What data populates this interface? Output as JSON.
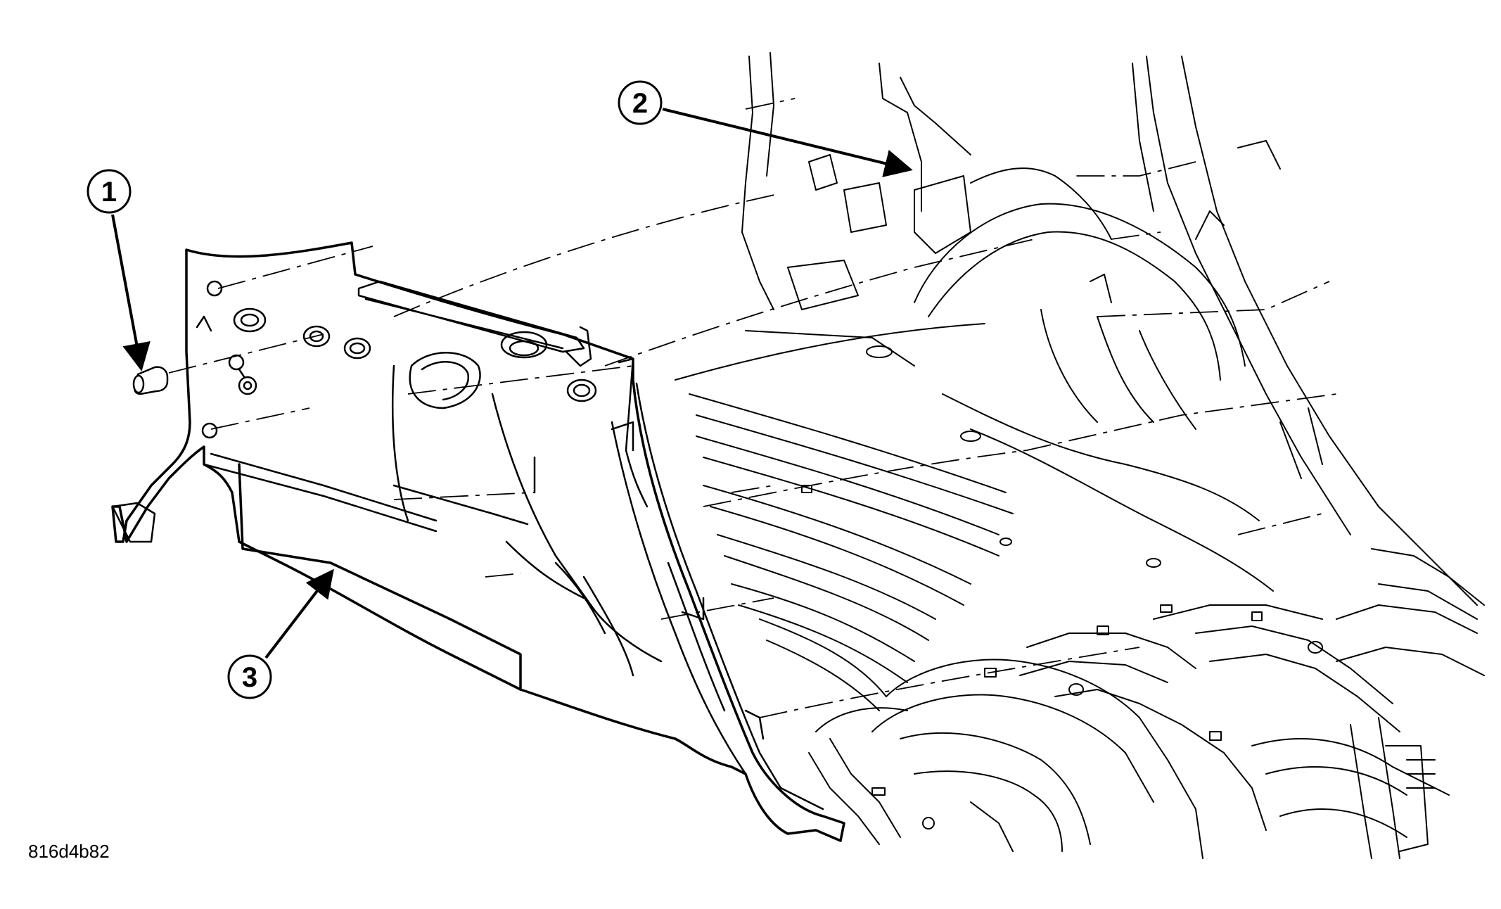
{
  "callouts": [
    {
      "label": "1"
    },
    {
      "label": "2"
    },
    {
      "label": "3"
    }
  ],
  "figure_code": "816d4b82",
  "colors": {
    "line": "#000000",
    "background": "#ffffff"
  }
}
